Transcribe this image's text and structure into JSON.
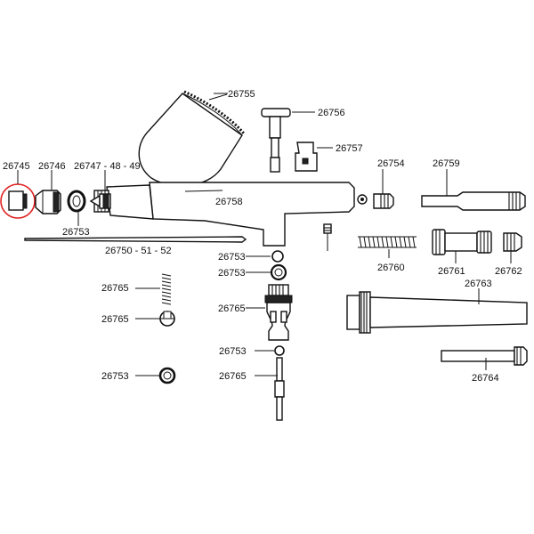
{
  "diagram": {
    "labels": {
      "p26745": "26745",
      "p26746": "26746",
      "p26747": "26747 - 48 - 49",
      "p26753_a": "26753",
      "p26750": "26750 - 51 - 52",
      "p26755": "26755",
      "p26756": "26756",
      "p26757": "26757",
      "p26754": "26754",
      "p26759": "26759",
      "p26758": "26758",
      "p26753_b": "26753",
      "p26753_c": "26753",
      "p26765_body": "26765",
      "p26760": "26760",
      "p26761": "26761",
      "p26762": "26762",
      "p26763": "26763",
      "p26765_spring": "26765",
      "p26765_clip": "26765",
      "p26753_d": "26753",
      "p26765_valve": "26765",
      "p26764": "26764",
      "p26753_e": "26753"
    },
    "highlight_color": "#e02020",
    "highlighted_part": "26745"
  }
}
